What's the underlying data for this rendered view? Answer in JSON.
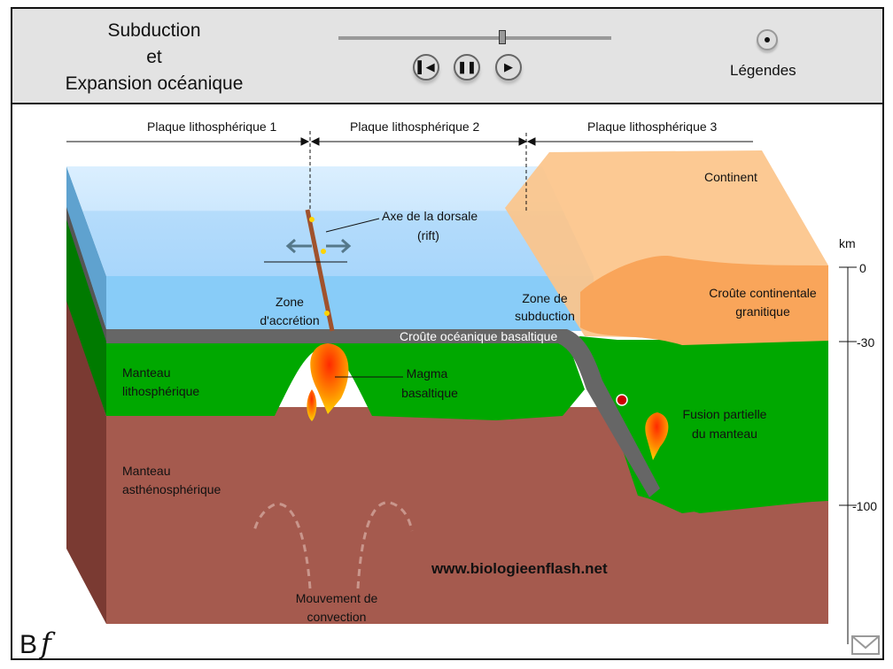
{
  "header": {
    "title_lines": [
      "Subduction",
      "et",
      "Expansion océanique"
    ],
    "slider_progress": 0.6,
    "controls": {
      "rewind_icon": "skip-back-icon",
      "pause_icon": "pause-icon",
      "play_icon": "play-icon"
    },
    "legend_label": "Légendes"
  },
  "diagram": {
    "plates": [
      "Plaque lithosphérique 1",
      "Plaque lithosphérique 2",
      "Plaque lithosphérique 3"
    ],
    "labels": {
      "continent": "Continent",
      "rift_1": "Axe de la dorsale",
      "rift_2": "(rift)",
      "accretion_1": "Zone",
      "accretion_2": "d'accrétion",
      "subduction_1": "Zone de",
      "subduction_2": "subduction",
      "oceanic_crust": "Croûte océanique basaltique",
      "cont_crust_1": "Croûte continentale",
      "cont_crust_2": "granitique",
      "litho_1": "Manteau",
      "litho_2": "lithosphérique",
      "magma_1": "Magma",
      "magma_2": "basaltique",
      "fusion_1": "Fusion partielle",
      "fusion_2": "du manteau",
      "astheno_1": "Manteau",
      "astheno_2": "asthénosphérique",
      "convection_1": "Mouvement de",
      "convection_2": "convection",
      "url": "www.biologieenflash.net"
    },
    "scale": {
      "unit": "km",
      "ticks": [
        "0",
        "-30",
        "-100"
      ]
    },
    "logo": "Bf",
    "colors": {
      "water": "#88ccf8",
      "crust": "#666666",
      "lithosphere": "#00a800",
      "asthenosphere": "#a55a4e",
      "continent": "#fcc48a",
      "continental_crust": "#f9a55a"
    }
  }
}
